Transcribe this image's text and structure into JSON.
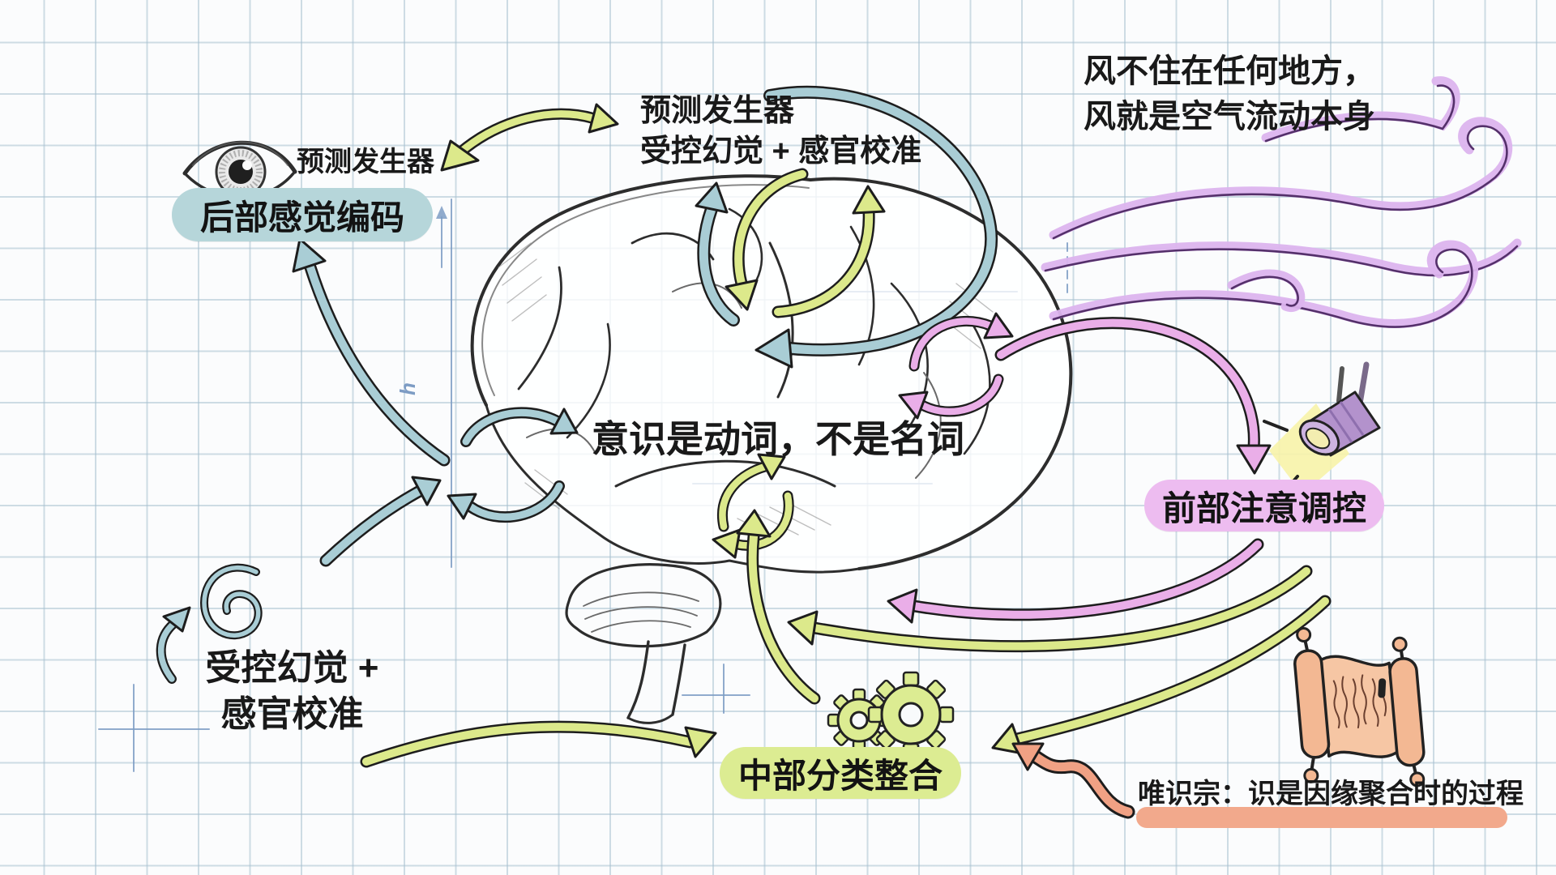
{
  "palette": {
    "grid_line": "#c7d4dd",
    "paper": "#fbfcfd",
    "teal_arrow": "#a9cdd5",
    "teal_pill": "#b6d6da",
    "yellow_green_arrow": "#dce98b",
    "yellow_green_pill": "#dcec92",
    "pink_arrow": "#eaaee8",
    "pink_pill": "#edbcf0",
    "lavender_wind": "#dcb4ee",
    "orange_arrow": "#f0a184",
    "orange_highlight": "#f2a98c",
    "pencil": "#2d2d2d",
    "blueprint_blue": "#7d9cc4",
    "text": "#191919"
  },
  "labels": {
    "eye_caption": "预测发生器",
    "posterior_pill": "后部感觉编码",
    "top_note_line1": "预测发生器",
    "top_note_line2": "受控幻觉 + 感官校准",
    "wind_note_line1": "风不住在任何地方，",
    "wind_note_line2": "风就是空气流动本身",
    "center_statement": "意识是动词，不是名词",
    "frontal_pill": "前部注意调控",
    "hallucination_line1": "受控幻觉 +",
    "hallucination_line2": "感官校准",
    "middle_pill": "中部分类整合",
    "bottom_note": "唯识宗：识是因缘聚合时的过程",
    "blueprint_glyph": "h"
  },
  "icons": {
    "eye": "eye-icon",
    "wind": "wind-swirls-icon",
    "spotlight": "spotlight-icon",
    "gears": "gears-icon",
    "scroll": "scroll-icon",
    "spiral": "spiral-icon"
  }
}
